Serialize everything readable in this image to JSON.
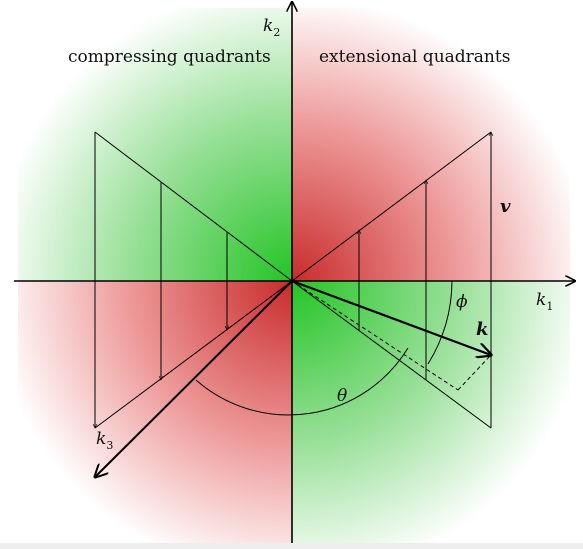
{
  "labels": {
    "left_region": "compressing quadrants",
    "right_region": "extensional quadrants",
    "axis_k1": "k",
    "axis_k1_sub": "1",
    "axis_k2": "k",
    "axis_k2_sub": "2",
    "axis_k3": "k",
    "axis_k3_sub": "3",
    "vector_v": "v",
    "vector_k": "k",
    "angle_phi": "ϕ",
    "angle_theta": "θ"
  },
  "colors": {
    "compressing": "#2ec62e",
    "extensional": "#d13a3a",
    "ink": "#000000"
  }
}
